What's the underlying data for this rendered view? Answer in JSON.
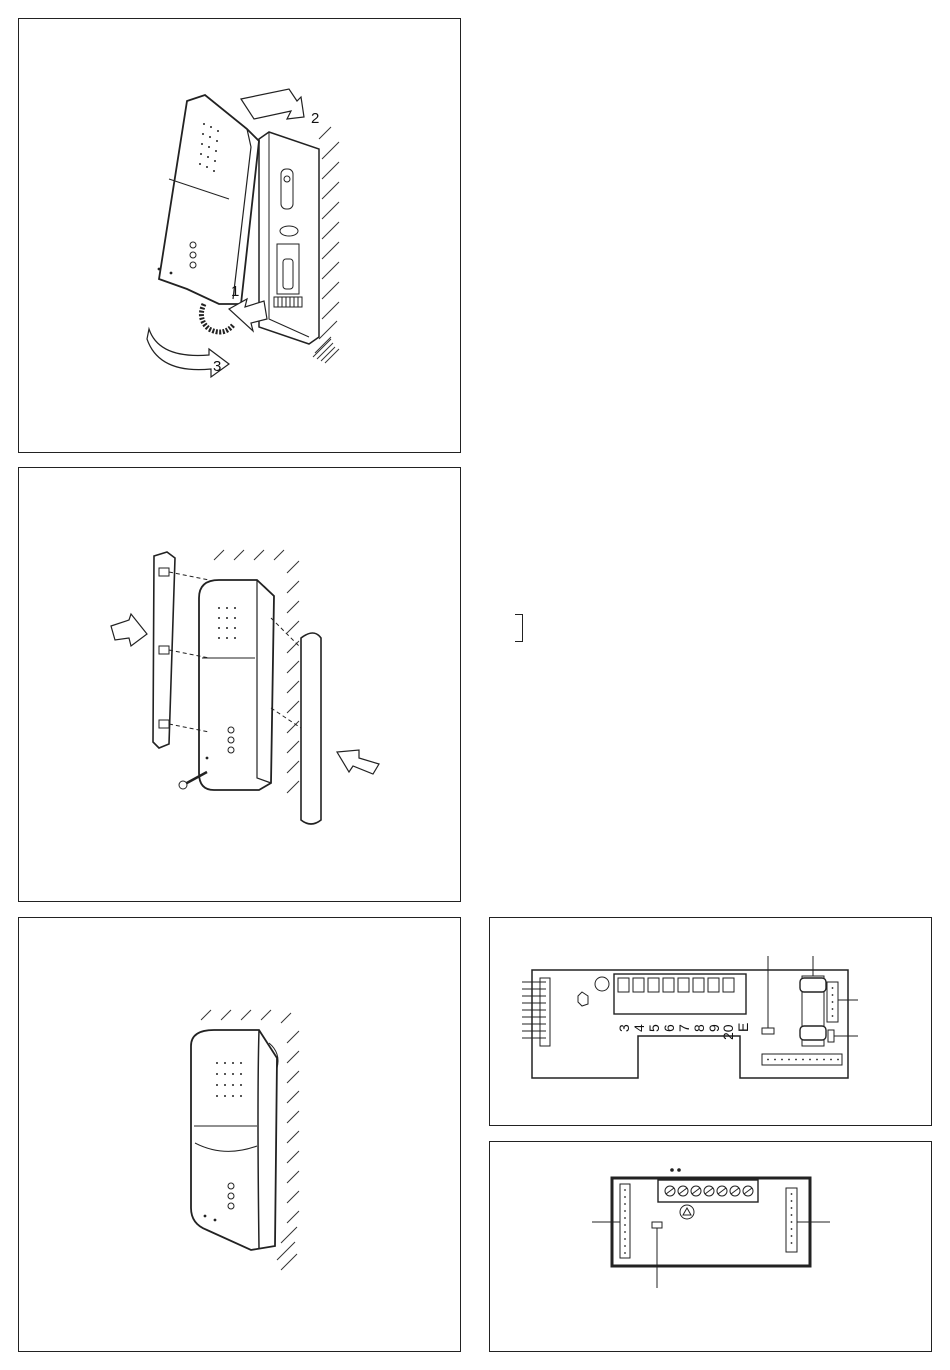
{
  "panel1": {
    "steps": [
      "1",
      "2",
      "3"
    ]
  },
  "board1": {
    "terminals": [
      "3",
      "4",
      "5",
      "6",
      "7",
      "8",
      "9",
      "20",
      "E"
    ]
  },
  "colors": {
    "line": "#222222",
    "hatch": "#333333",
    "background": "#ffffff"
  }
}
